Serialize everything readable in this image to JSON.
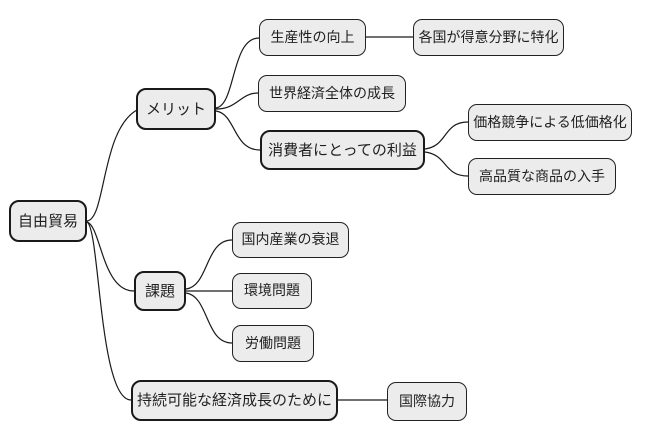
{
  "diagram": {
    "type": "mindmap",
    "title": "自由貿易",
    "colors": {
      "background": "#ffffff",
      "node_fill": "#ececec",
      "node_border": "#1a1a1a",
      "edge": "#1a1a1a",
      "text": "#1f1f1f"
    },
    "nodes": [
      {
        "id": "free-trade",
        "label": "自由貿易",
        "level": 0,
        "parent": null
      },
      {
        "id": "merits",
        "label": "メリット",
        "level": 1,
        "parent": "free-trade"
      },
      {
        "id": "productivity",
        "label": "生産性の向上",
        "level": 2,
        "parent": "merits"
      },
      {
        "id": "specialization",
        "label": "各国が得意分野に特化",
        "level": 3,
        "parent": "productivity"
      },
      {
        "id": "world-economy",
        "label": "世界経済全体の成長",
        "level": 2,
        "parent": "merits"
      },
      {
        "id": "consumer-benefit",
        "label": "消費者にとっての利益",
        "level": 2,
        "parent": "merits"
      },
      {
        "id": "lower-prices",
        "label": "価格競争による低価格化",
        "level": 3,
        "parent": "consumer-benefit"
      },
      {
        "id": "quality-goods",
        "label": "高品質な商品の入手",
        "level": 3,
        "parent": "consumer-benefit"
      },
      {
        "id": "issues",
        "label": "課題",
        "level": 1,
        "parent": "free-trade"
      },
      {
        "id": "domestic-decline",
        "label": "国内産業の衰退",
        "level": 2,
        "parent": "issues"
      },
      {
        "id": "environment",
        "label": "環境問題",
        "level": 2,
        "parent": "issues"
      },
      {
        "id": "labor",
        "label": "労働問題",
        "level": 2,
        "parent": "issues"
      },
      {
        "id": "sustainable-growth",
        "label": "持続可能な経済成長のために",
        "level": 1,
        "parent": "free-trade"
      },
      {
        "id": "intl-cooperation",
        "label": "国際協力",
        "level": 2,
        "parent": "sustainable-growth"
      }
    ]
  }
}
